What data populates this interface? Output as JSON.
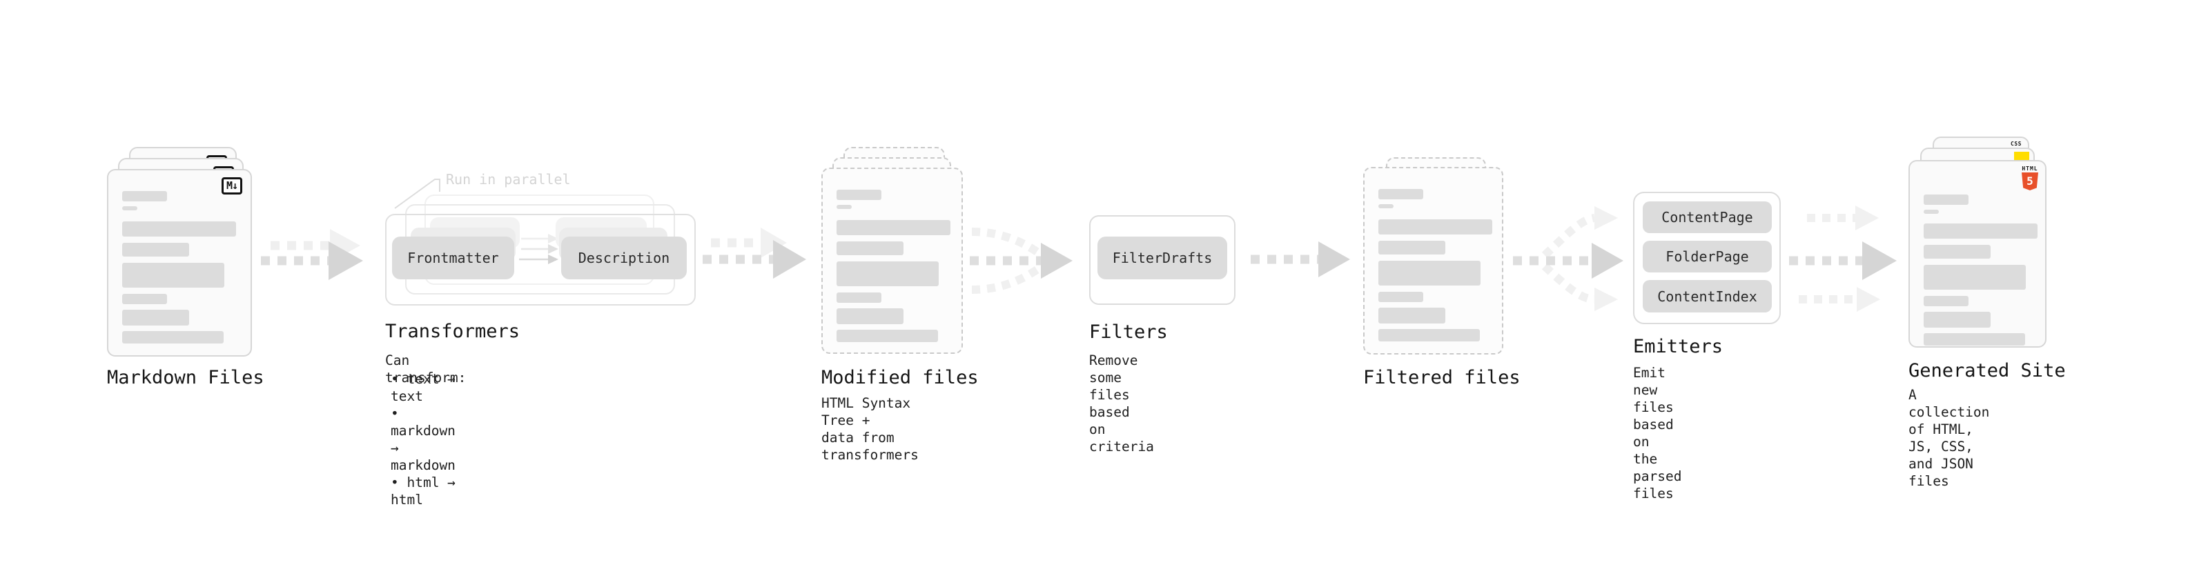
{
  "note_run_in_parallel": "Run in parallel",
  "badges": {
    "markdown": "M↓",
    "css": "CSS",
    "html_label": "HTML",
    "html_number": "5"
  },
  "colors": {
    "html5_orange": "#e8502a",
    "js_yellow": "#ffdd00",
    "css_blue": "#2b5fe3"
  },
  "stages": [
    {
      "id": "markdown-files",
      "title": "Markdown Files"
    },
    {
      "id": "transformers",
      "title": "Transformers",
      "heading": "Can transform:",
      "bullets": [
        "• text → text",
        "• markdown → markdown",
        "• html → html"
      ],
      "pills": [
        "Frontmatter",
        "Description"
      ]
    },
    {
      "id": "modified-files",
      "title": "Modified files",
      "subtitle": "HTML Syntax Tree +\ndata from transformers"
    },
    {
      "id": "filters",
      "title": "Filters",
      "subtitle": "Remove some files based\non criteria",
      "pills": [
        "FilterDrafts"
      ]
    },
    {
      "id": "filtered-files",
      "title": "Filtered files"
    },
    {
      "id": "emitters",
      "title": "Emitters",
      "subtitle": "Emit new files based on\nthe parsed files",
      "pills": [
        "ContentPage",
        "FolderPage",
        "ContentIndex"
      ]
    },
    {
      "id": "generated-site",
      "title": "Generated Site",
      "subtitle": "A collection of HTML,\nJS, CSS, and JSON files"
    }
  ]
}
